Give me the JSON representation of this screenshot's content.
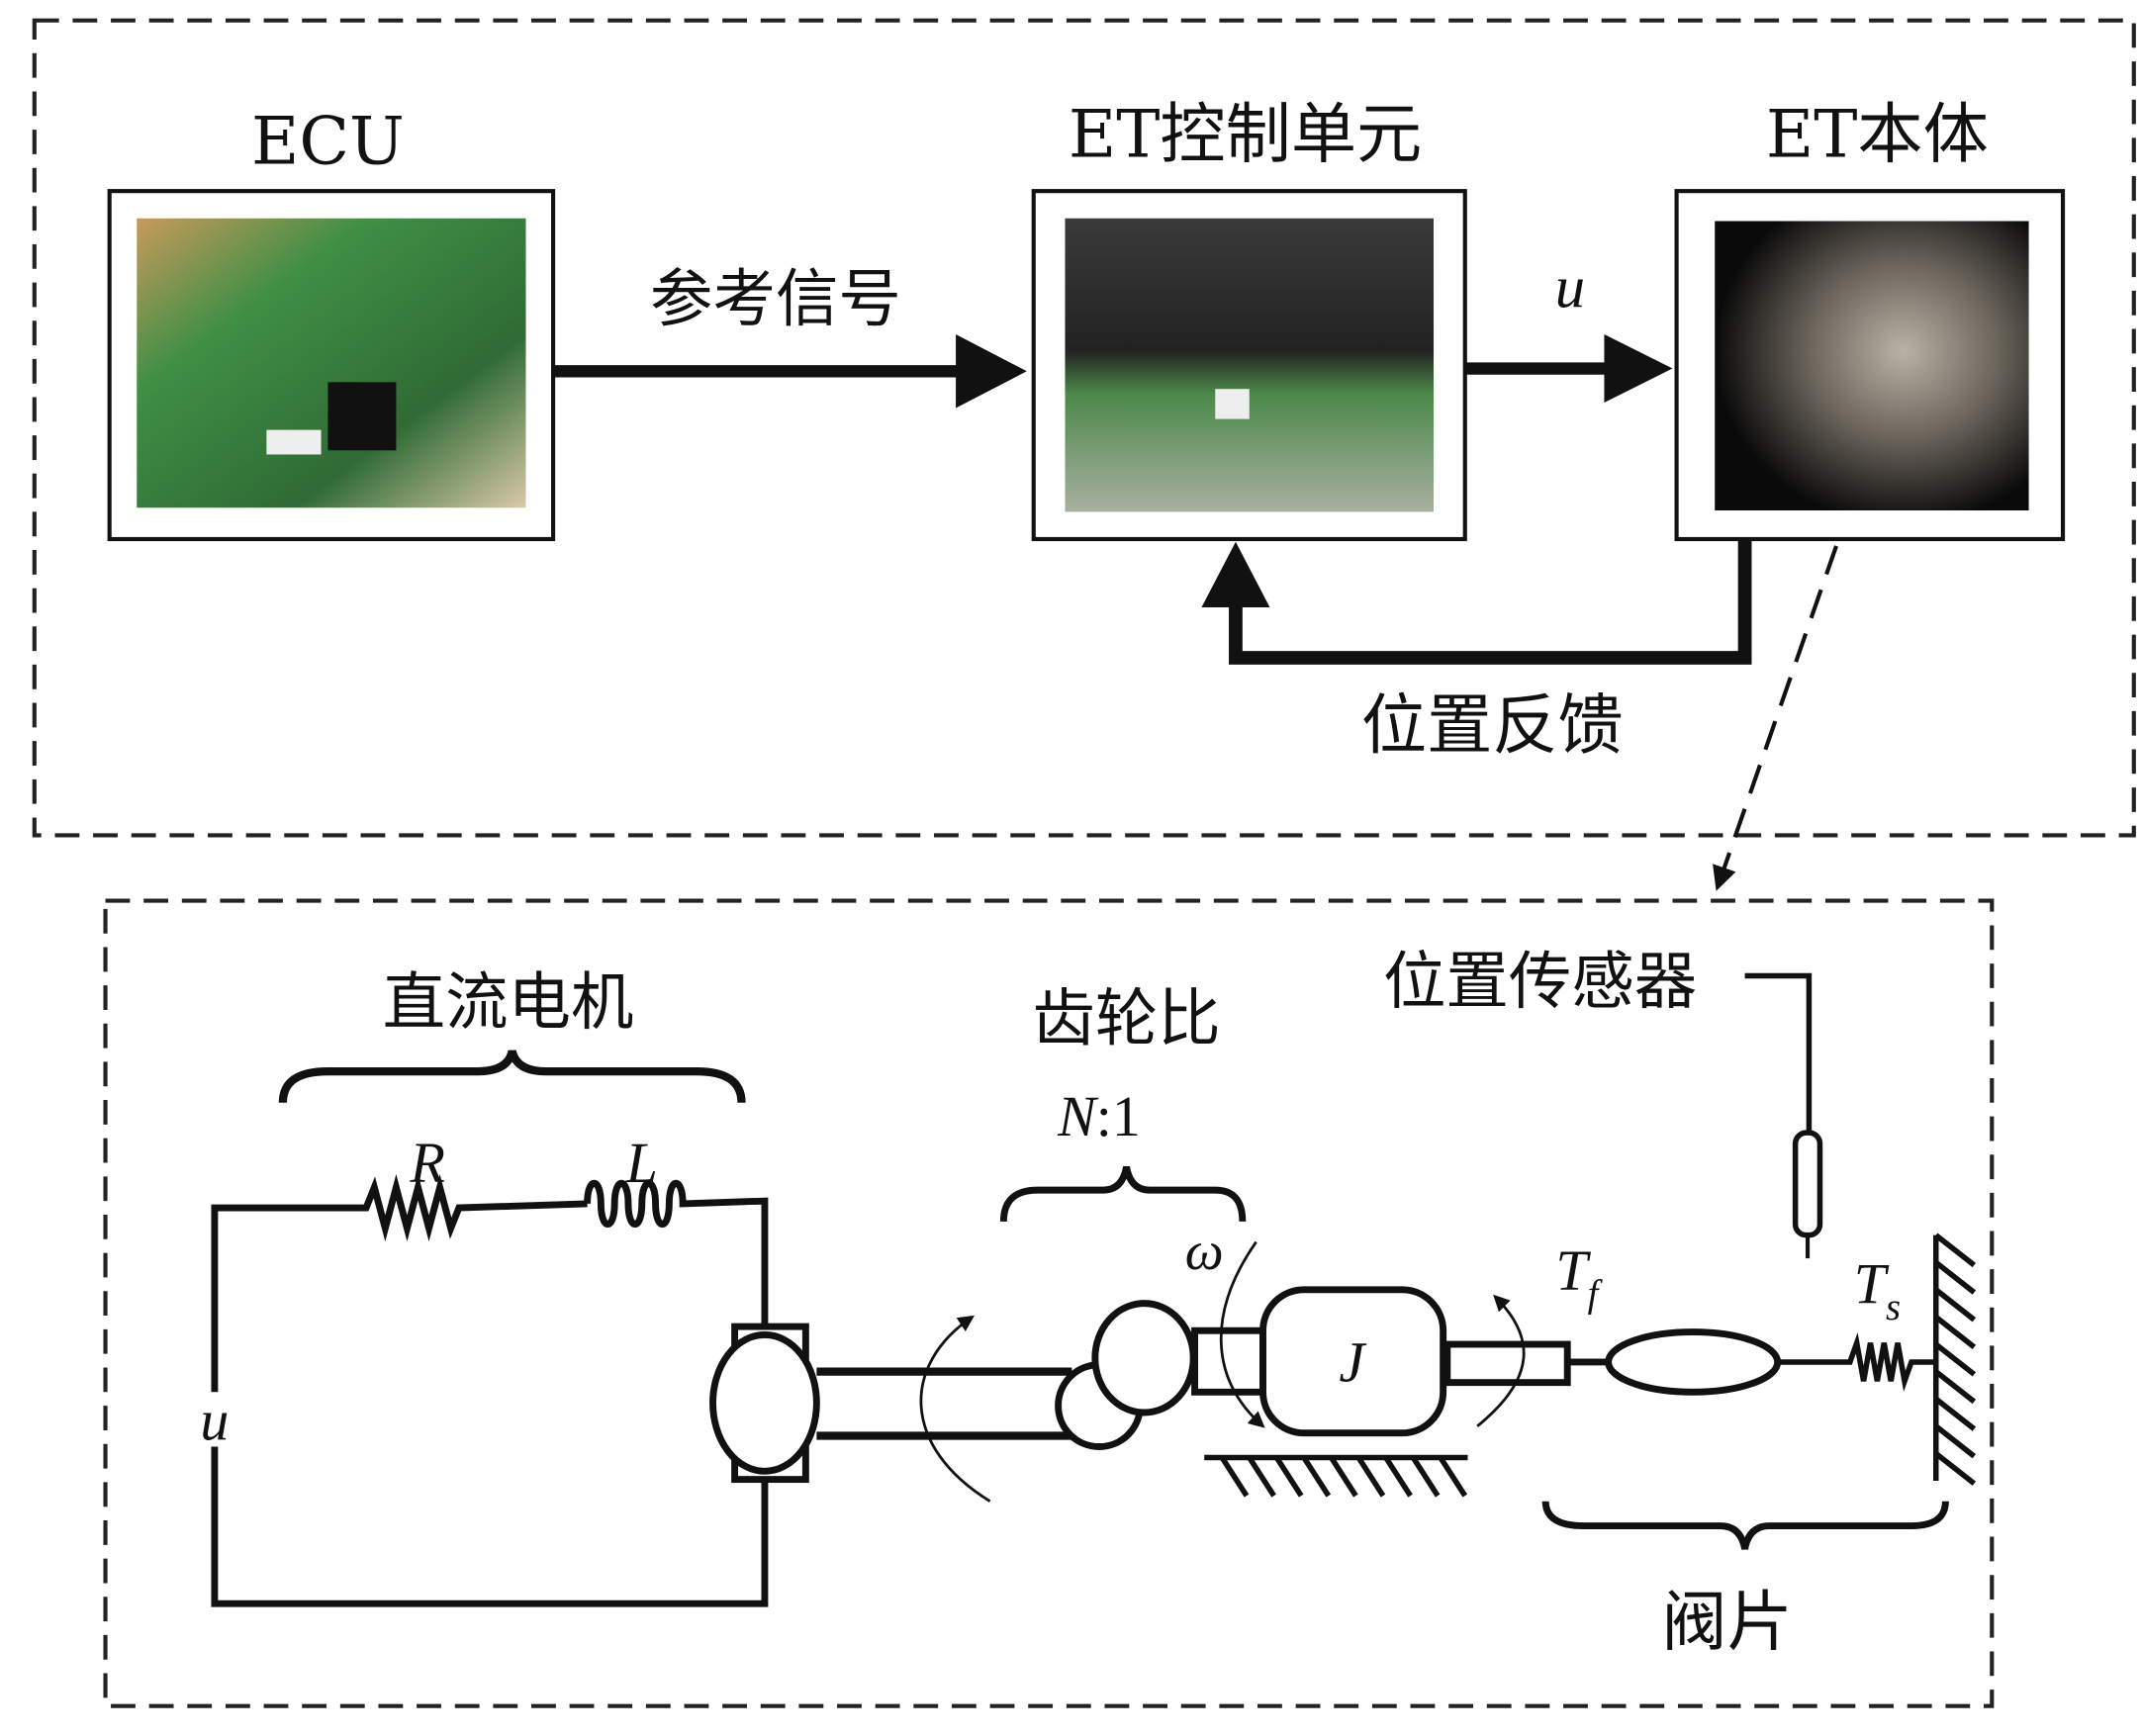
{
  "top": {
    "ecu_label": "ECU",
    "control_unit_label": "ET控制单元",
    "body_label": "ET本体",
    "reference_signal_label": "参考信号",
    "u_label": "u",
    "feedback_label": "位置反馈"
  },
  "bottom": {
    "motor_label": "直流电机",
    "R_label": "R",
    "L_label": "L",
    "u_label": "u",
    "gear_ratio_label": "齿轮比",
    "ratio_N": "N",
    "ratio_rest": ":1",
    "omega_label": "ω",
    "J_label": "J",
    "Tf_T": "T",
    "Tf_sub": "f",
    "Ts_T": "T",
    "Ts_sub": "s",
    "sensor_label": "位置传感器",
    "valve_label": "阀片"
  }
}
